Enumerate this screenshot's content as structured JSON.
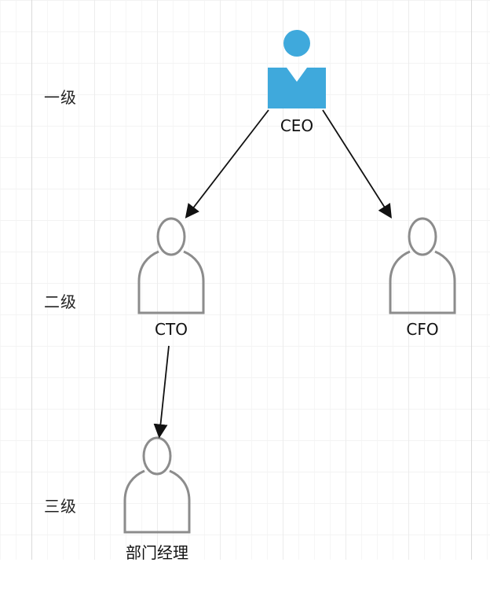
{
  "levels": {
    "level1": "一级",
    "level2": "二级",
    "level3": "三级"
  },
  "nodes": {
    "ceo": "CEO",
    "cto": "CTO",
    "cfo": "CFO",
    "dept_manager": "部门经理"
  },
  "colors": {
    "ceo_fill": "#3fa9dc",
    "person_outline": "#8c8c8c",
    "arrow": "#111111"
  },
  "icons": {
    "ceo": "person-icon-filled",
    "others": "person-icon-outline"
  },
  "connections": [
    {
      "from": "CEO",
      "to": "CTO"
    },
    {
      "from": "CEO",
      "to": "CFO"
    },
    {
      "from": "CTO",
      "to": "部门经理"
    }
  ]
}
